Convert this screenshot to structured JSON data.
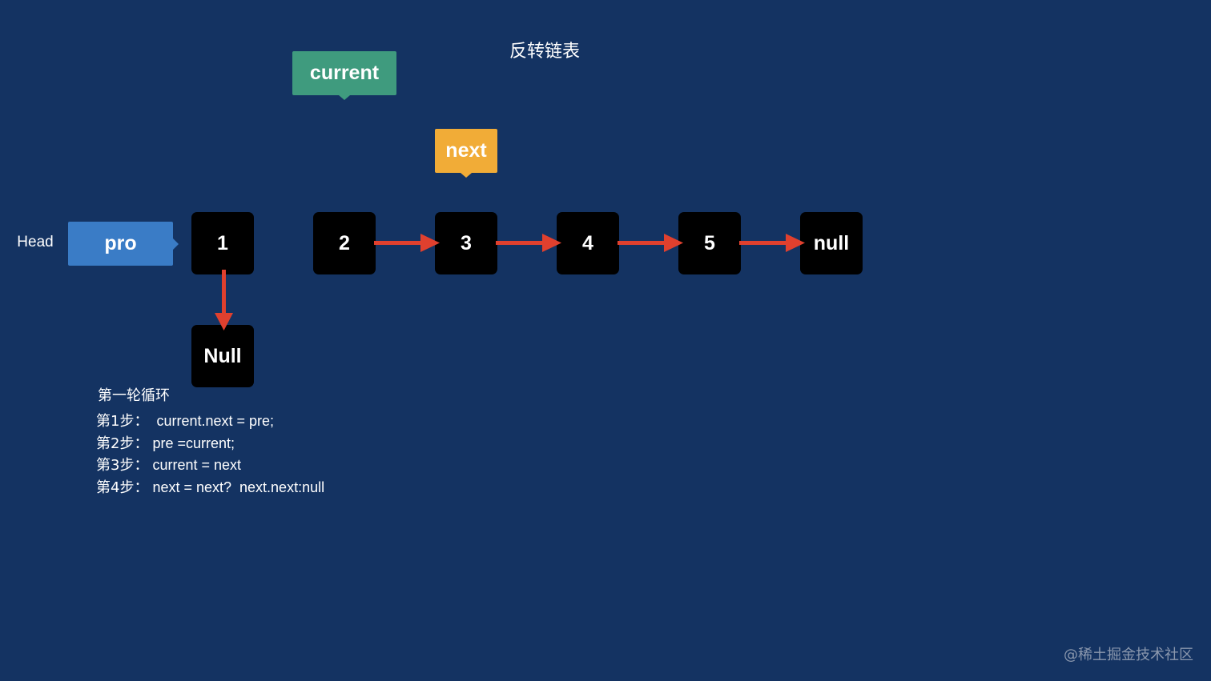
{
  "title": "反转链表",
  "head_label": "Head",
  "pointers": {
    "current": "current",
    "next": "next",
    "pro": "pro"
  },
  "nodes": [
    "1",
    "2",
    "3",
    "4",
    "5",
    "null"
  ],
  "null_node": "Null",
  "caption": "第一轮循环",
  "steps": [
    {
      "label": "第1步：",
      "code": "  current.next = pre;"
    },
    {
      "label": "第2步：",
      "code": " pre =current;"
    },
    {
      "label": "第3步：",
      "code": " current = next"
    },
    {
      "label": "第4步：",
      "code": " next = next?  next.next:null"
    }
  ],
  "watermark": "@稀土掘金技术社区",
  "colors": {
    "background": "#143362",
    "node": "#000000",
    "arrow": "#e0402e",
    "current": "#3f9b7e",
    "next": "#f1ac37",
    "pro": "#3a7cc6"
  }
}
